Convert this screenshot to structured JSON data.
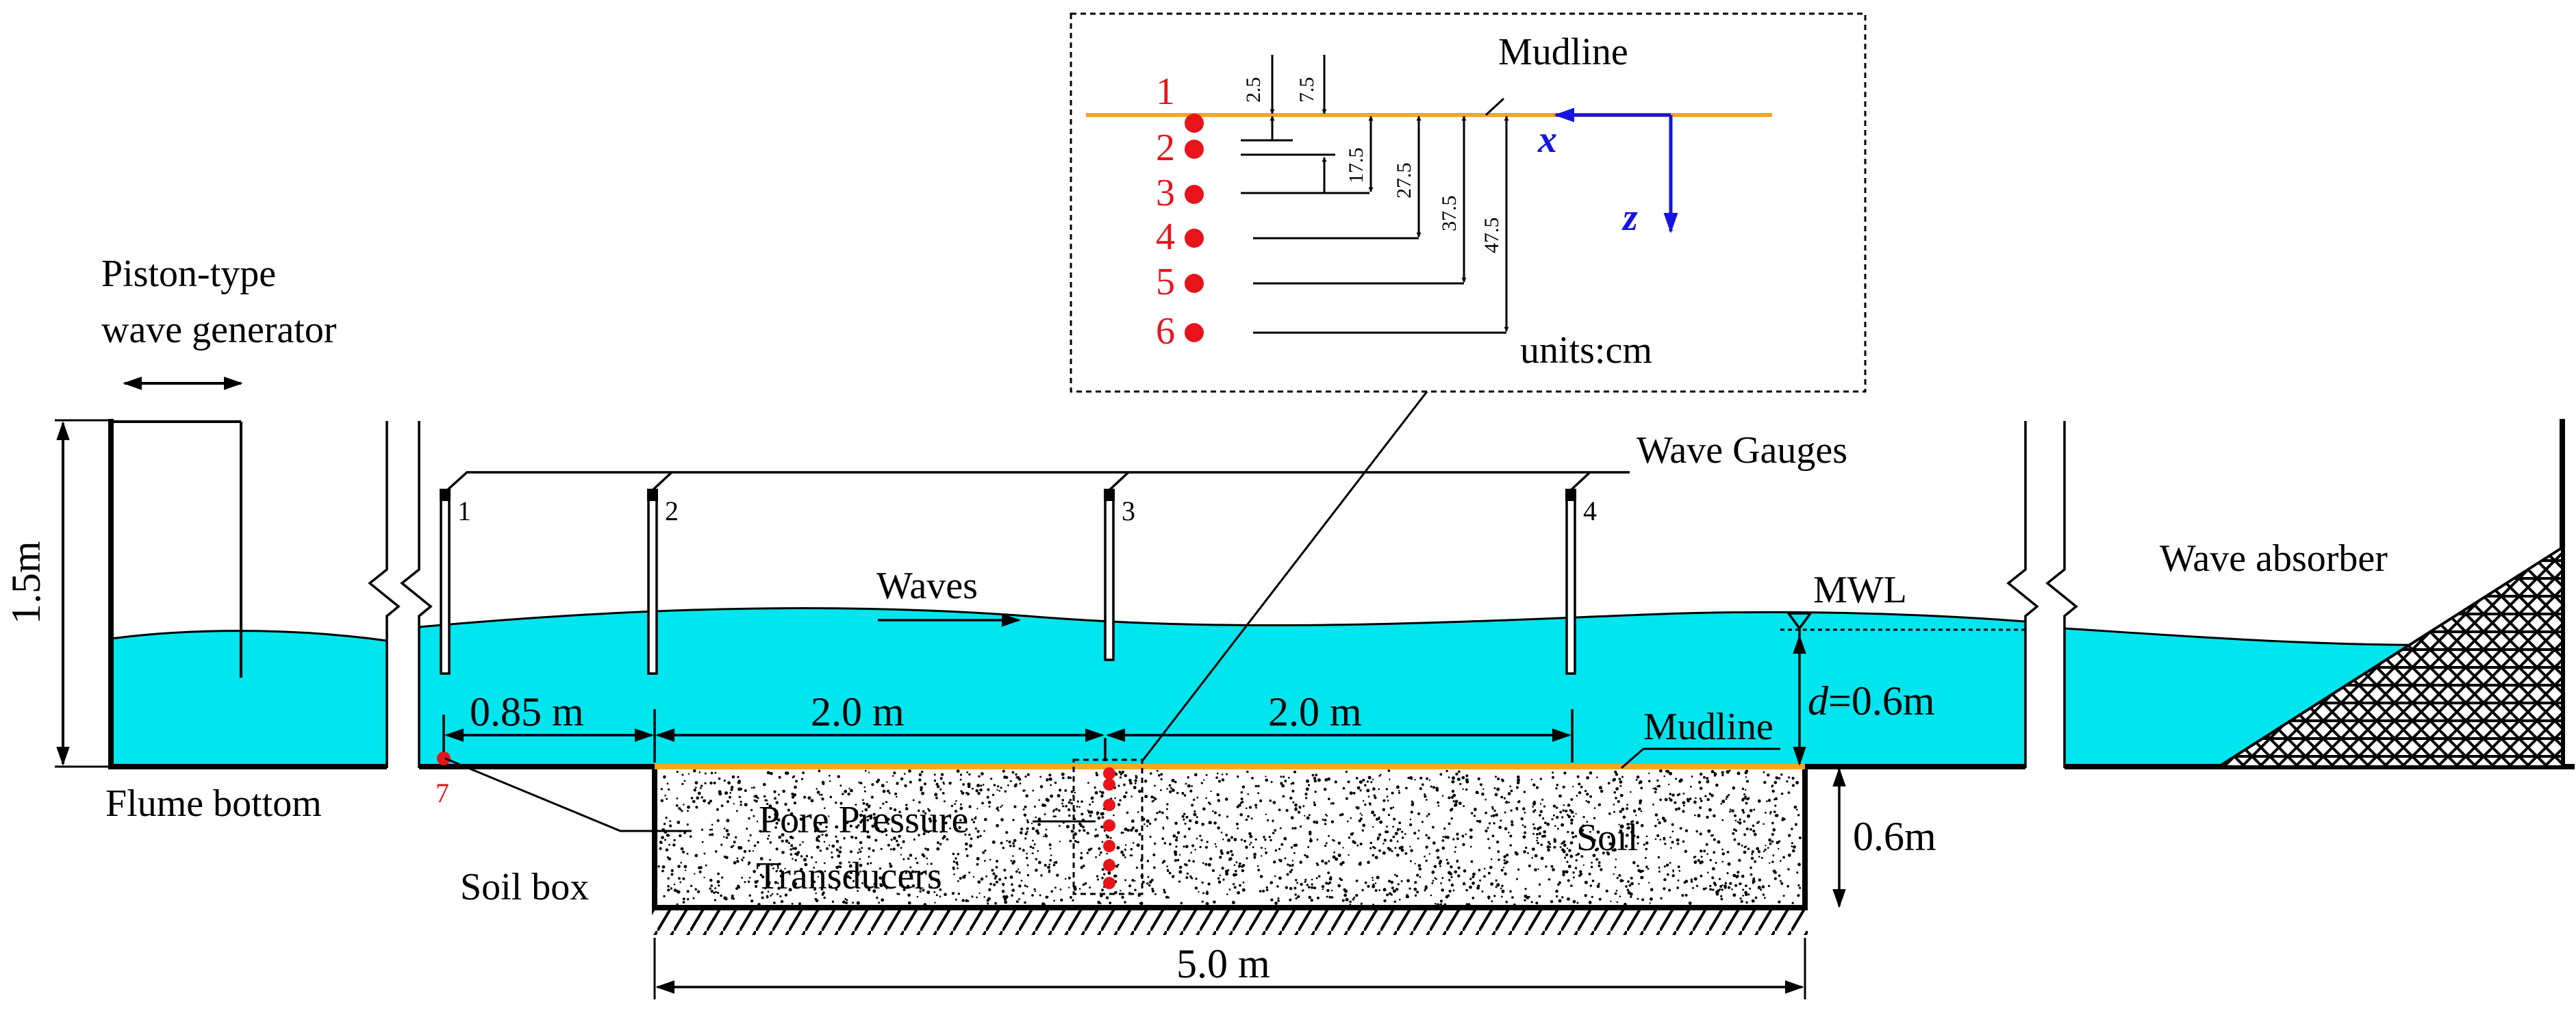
{
  "labels": {
    "wave_generator_1": "Piston-type",
    "wave_generator_2": "wave generator",
    "height": "1.5m",
    "flume_bottom": "Flume bottom",
    "soil_box": "Soil box",
    "ppt_1": "Pore Pressure",
    "ppt_2": "Transducers",
    "soil": "Soil",
    "soil_depth": "0.6m",
    "total_length": "5.0 m",
    "dist_1": "0.85 m",
    "dist_2": "2.0 m",
    "dist_3": "2.0 m",
    "waves": "Waves",
    "wave_gauges": "Wave Gauges",
    "mwl": "MWL",
    "water_depth_var": "d",
    "water_depth_val": "=0.6m",
    "mudline": "Mudline",
    "wave_absorber": "Wave absorber",
    "transducer_7": "7"
  },
  "wave_gauges": [
    "1",
    "2",
    "3",
    "4"
  ],
  "inset": {
    "mudline": "Mudline",
    "units": "units:cm",
    "axis_x": "x",
    "axis_z": "z",
    "sensor_ids": [
      "1",
      "2",
      "3",
      "4",
      "5",
      "6"
    ],
    "depths": [
      "2.5",
      "7.5",
      "17.5",
      "27.5",
      "37.5",
      "47.5"
    ]
  },
  "colors": {
    "water": "#00e5ee",
    "mudline": "#f5a623",
    "sensor": "#e8141b",
    "axis": "#1414e6"
  }
}
